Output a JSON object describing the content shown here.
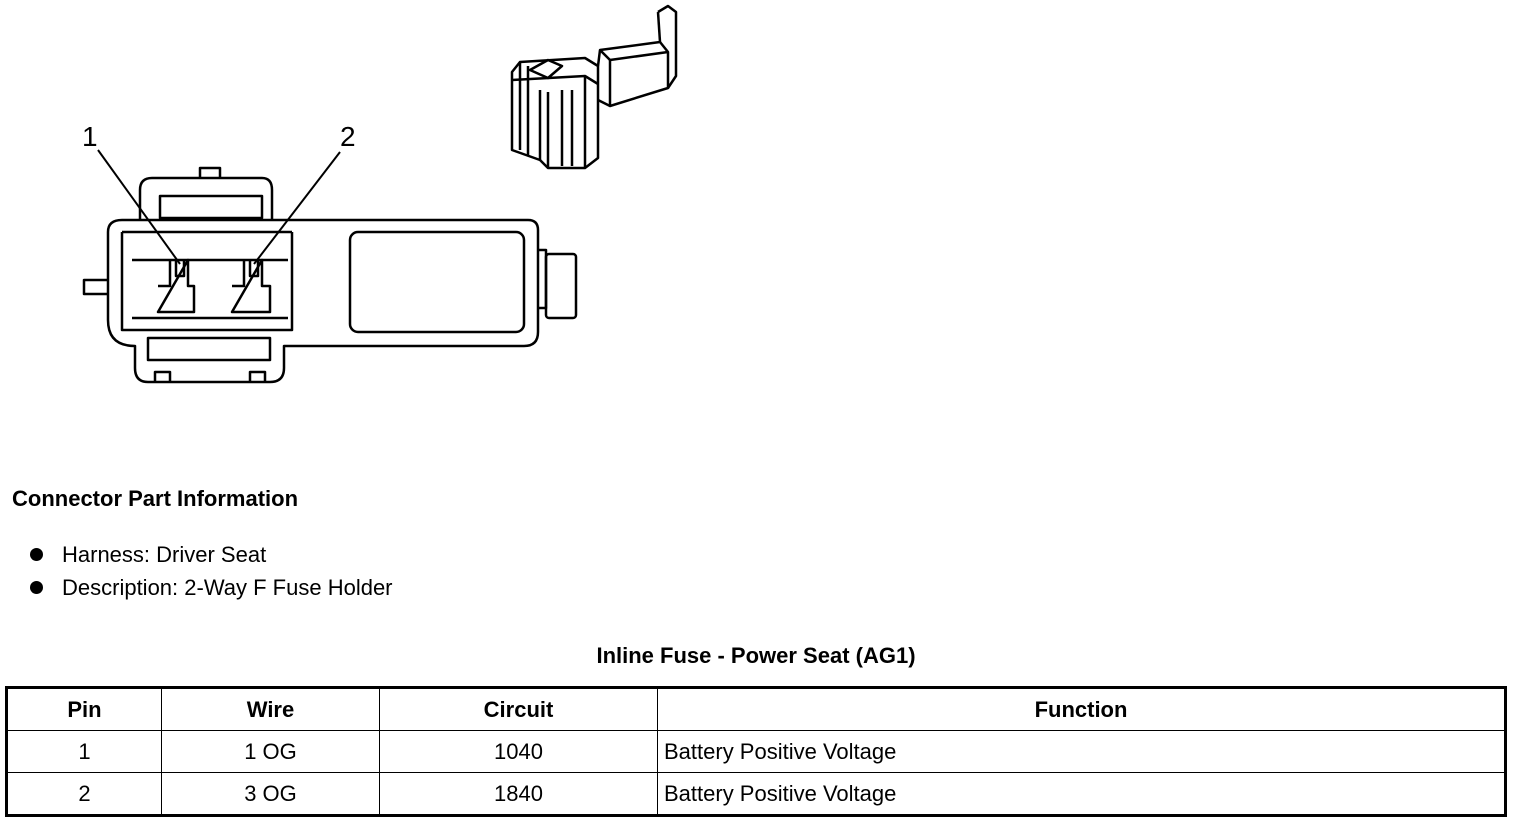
{
  "diagram": {
    "pin_labels": [
      "1",
      "2"
    ]
  },
  "connector_info": {
    "title": "Connector Part Information",
    "items": [
      {
        "label": "Harness: Driver Seat"
      },
      {
        "label": "Description: 2-Way F Fuse Holder"
      }
    ]
  },
  "table": {
    "title": "Inline Fuse - Power Seat (AG1)",
    "headers": [
      "Pin",
      "Wire",
      "Circuit",
      "Function"
    ],
    "rows": [
      {
        "pin": "1",
        "wire": "1 OG",
        "circuit": "1040",
        "function": "Battery Positive Voltage"
      },
      {
        "pin": "2",
        "wire": "3 OG",
        "circuit": "1840",
        "function": "Battery Positive Voltage"
      }
    ]
  }
}
